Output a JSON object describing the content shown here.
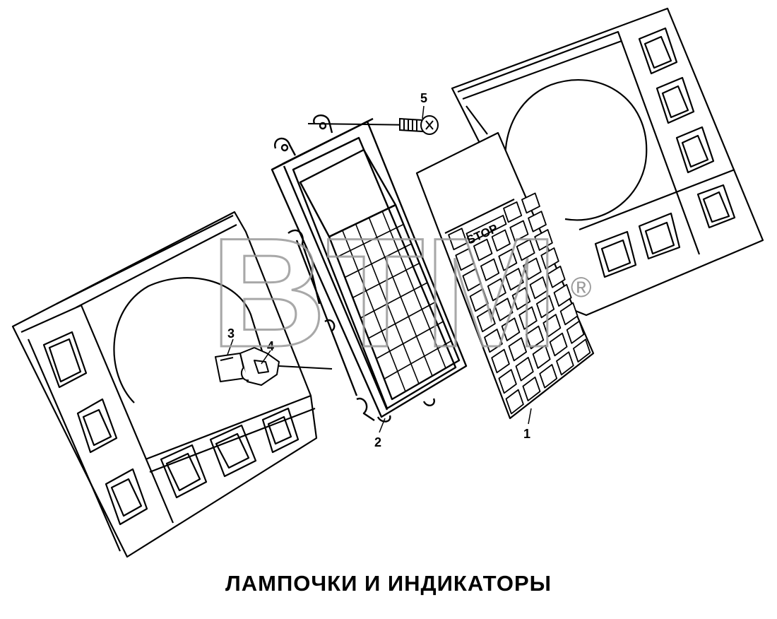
{
  "title": "ЛАМПОЧКИ И ИНДИКАТОРЫ",
  "callouts": {
    "c1": "1",
    "c2": "2",
    "c3": "3",
    "c4": "4",
    "c5": "5"
  },
  "overlay_label": "STOP",
  "watermark": {
    "text": "BTM",
    "mark": "®"
  },
  "colors": {
    "ink": "#000000",
    "paper": "#ffffff",
    "watermark": "#9a9a9a"
  }
}
